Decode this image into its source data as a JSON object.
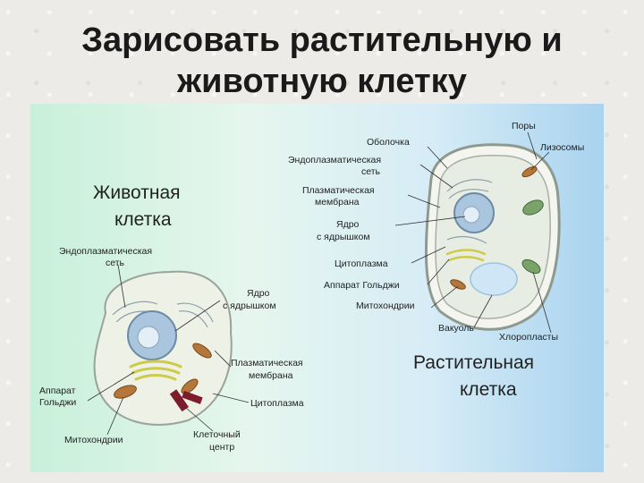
{
  "slide": {
    "title_line1": "Зарисовать растительную и",
    "title_line2": "животную клетку"
  },
  "animal_cell": {
    "heading_line1": "Животная",
    "heading_line2": "клетка",
    "labels": {
      "er_line1": "Эндоплазматическая",
      "er_line2": "сеть",
      "nucleus_line1": "Ядро",
      "nucleus_line2": "с ядрышком",
      "membrane_line1": "Плазматическая",
      "membrane_line2": "мембрана",
      "cytoplasm": "Цитоплазма",
      "golgi_line1": "Аппарат",
      "golgi_line2": "Гольджи",
      "mitochondria": "Митохондрии",
      "centrosome_line1": "Клеточный",
      "centrosome_line2": "центр"
    }
  },
  "plant_cell": {
    "heading_line1": "Растительная",
    "heading_line2": "клетка",
    "labels": {
      "pores": "Поры",
      "wall": "Оболочка",
      "lysosomes": "Лизосомы",
      "er_line1": "Эндоплазматическая",
      "er_line2": "сеть",
      "membrane_line1": "Плазматическая",
      "membrane_line2": "мембрана",
      "nucleus_line1": "Ядро",
      "nucleus_line2": "с ядрышком",
      "cytoplasm": "Цитоплазма",
      "golgi": "Аппарат Гольджи",
      "mitochondria": "Митохондрии",
      "vacuole": "Вакуоль",
      "chloroplasts": "Хлоропласты"
    }
  },
  "colors": {
    "panel_left": "#c8f0d9",
    "panel_right": "#a9d3ef",
    "cell_fill": "#ecefe4",
    "nucleus": "#a9c6de",
    "mitochondria": "#b5763a",
    "golgi": "#d8d65a",
    "chloroplast": "#7aa36a",
    "vacuole": "#cfe6f7",
    "centrosome": "#7b1d2a"
  }
}
